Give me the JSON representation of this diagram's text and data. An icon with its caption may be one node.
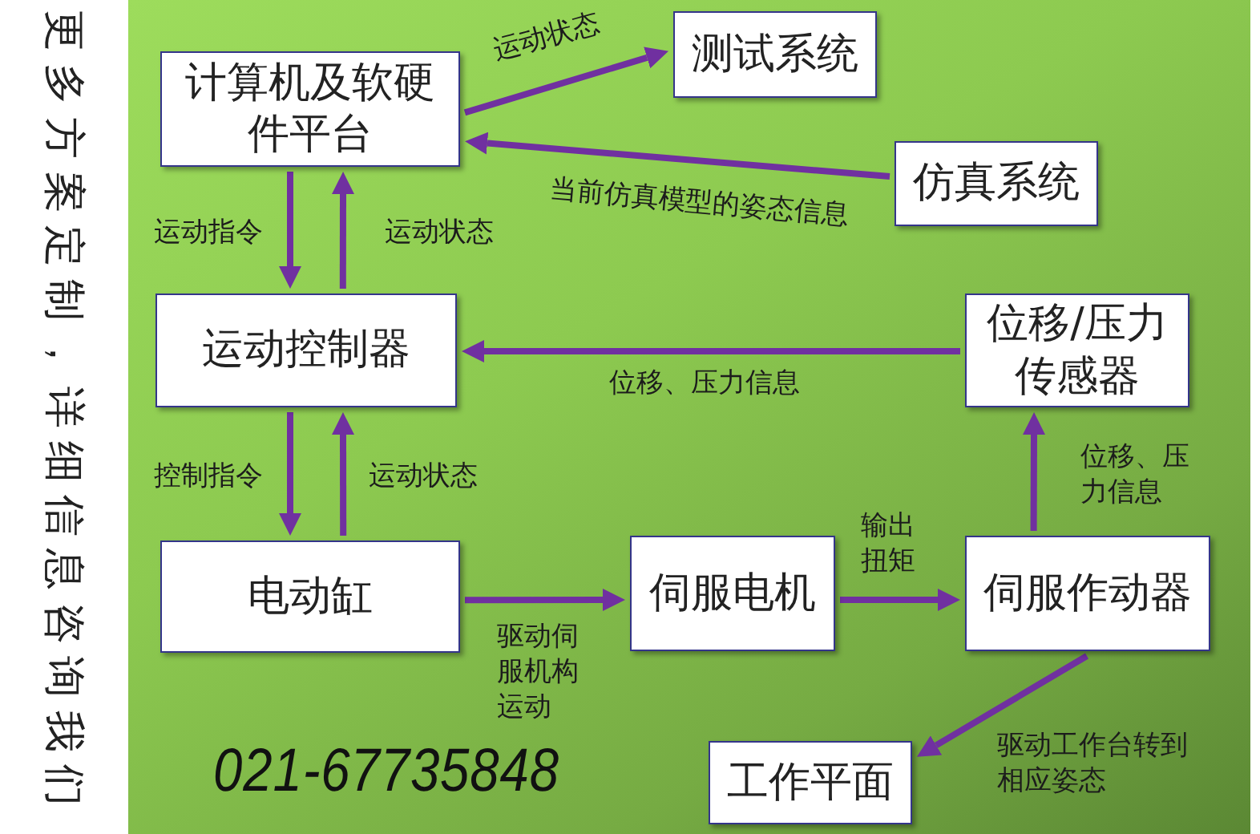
{
  "diagram": {
    "nodes": [
      {
        "text": [
          "计算机及软硬件平台"
        ]
      },
      {
        "text": [
          "测试系统"
        ]
      },
      {
        "text": [
          "仿真系统"
        ]
      },
      {
        "text": [
          "运动控制器"
        ]
      },
      {
        "text": [
          "位移/压力传感器"
        ]
      },
      {
        "text": [
          "电动缸"
        ]
      },
      {
        "text": [
          "伺服电机"
        ]
      },
      {
        "text": [
          "伺服作动器"
        ]
      },
      {
        "text": [
          "工作平面"
        ]
      }
    ],
    "edges": [
      {
        "from": 0,
        "to": 1,
        "arrow": "to",
        "label": "运动状态"
      },
      {
        "from": 2,
        "to": 0,
        "arrow": "to",
        "label": "当前仿真模型的姿态信息"
      },
      {
        "from": 0,
        "to": 3,
        "arrow": "to",
        "label": "运动指令"
      },
      {
        "from": 3,
        "to": 0,
        "arrow": "to",
        "label": "运动状态"
      },
      {
        "from": 4,
        "to": 3,
        "arrow": "to",
        "label": "位移、压力信息"
      },
      {
        "from": 3,
        "to": 5,
        "arrow": "to",
        "label": "控制指令"
      },
      {
        "from": 5,
        "to": 3,
        "arrow": "to",
        "label": "运动状态"
      },
      {
        "from": 5,
        "to": 6,
        "arrow": "to",
        "label": "驱动伺服机构运动"
      },
      {
        "from": 6,
        "to": 7,
        "arrow": "to",
        "label": "输出扭矩"
      },
      {
        "from": 7,
        "to": 4,
        "arrow": "to",
        "label": "位移、压力信息"
      },
      {
        "from": 7,
        "to": 8,
        "arrow": "to",
        "label": "驱动工作台转到相应姿态"
      }
    ],
    "labels": [
      "更多方案定制，详细信息咨询我们",
      "021-67735848"
    ]
  }
}
